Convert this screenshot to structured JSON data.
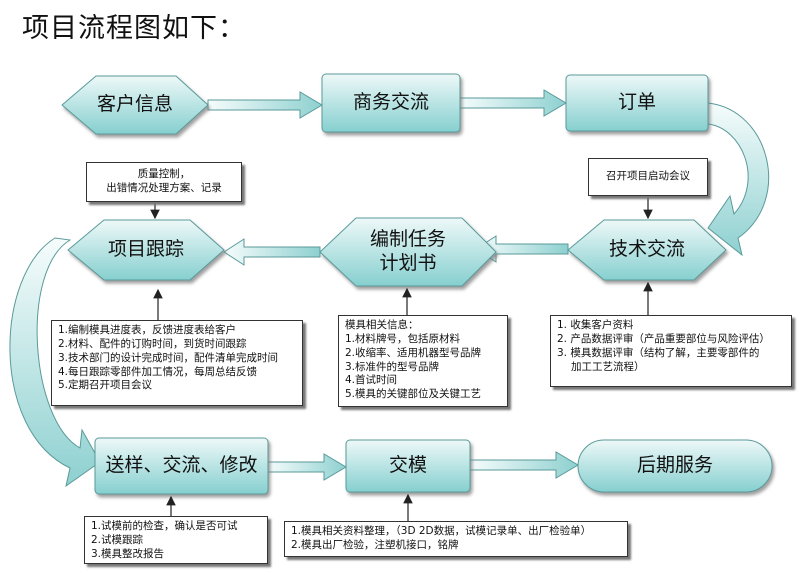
{
  "title": "项目流程图如下：",
  "nodes": {
    "customer_info": "客户信息",
    "business": "商务交流",
    "order": "订单",
    "tech": "技术交流",
    "task_line1": "编制任务",
    "task_line2": "计划书",
    "tracking": "项目跟踪",
    "sample": "送样、交流、修改",
    "delivery": "交模",
    "service": "后期服务"
  },
  "notes": {
    "kickoff": "召开项目启动会议",
    "quality": [
      "质量控制，",
      "出错情况处理方案、记录"
    ],
    "tracking": [
      "1.编制模具进度表，反馈进度表给客户",
      "2.材料、配件的订购时间，到货时间跟踪",
      "3.技术部门的设计完成时间，配件清单完成时间",
      "4.每日跟踪零部件加工情况，每周总结反馈",
      "5.定期召开项目会议"
    ],
    "mold_info": [
      "模具相关信息：",
      "1.材料牌号，包括原材料",
      "2.收缩率、适用机器型号品牌",
      "3.标准件的型号品牌",
      "4.首试时间",
      "5.模具的关键部位及关键工艺"
    ],
    "tech": [
      "1.  收集客户资料",
      "2.  产品数据评审（产品重要部位与风险评估）",
      "3.  模具数据评审（结构了解，主要零部件的",
      "加工工艺流程）"
    ],
    "sample": [
      "1.试模前的检查，确认是否可试",
      "2.试模跟踪",
      "3.模具整改报告"
    ],
    "delivery": [
      "1.模具相关资料整理，（3D 2D数据，试模记录单、出厂检验单）",
      "2.模具出厂检验，注塑机接口，铭牌"
    ]
  },
  "colors": {
    "fill_light": "#e8f4f4",
    "fill_dark": "#8ed3d3",
    "edge": "#5a9a9a",
    "arrow_light": "#f4fbfb",
    "arrow_dark": "#8fd0d0"
  }
}
